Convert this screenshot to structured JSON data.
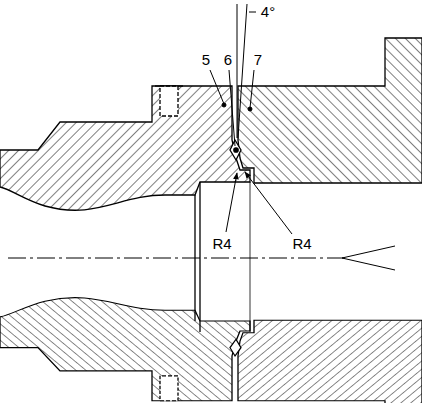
{
  "diagram": {
    "labels": [
      "4°",
      "5",
      "6",
      "7",
      "R4",
      "R4"
    ]
  }
}
